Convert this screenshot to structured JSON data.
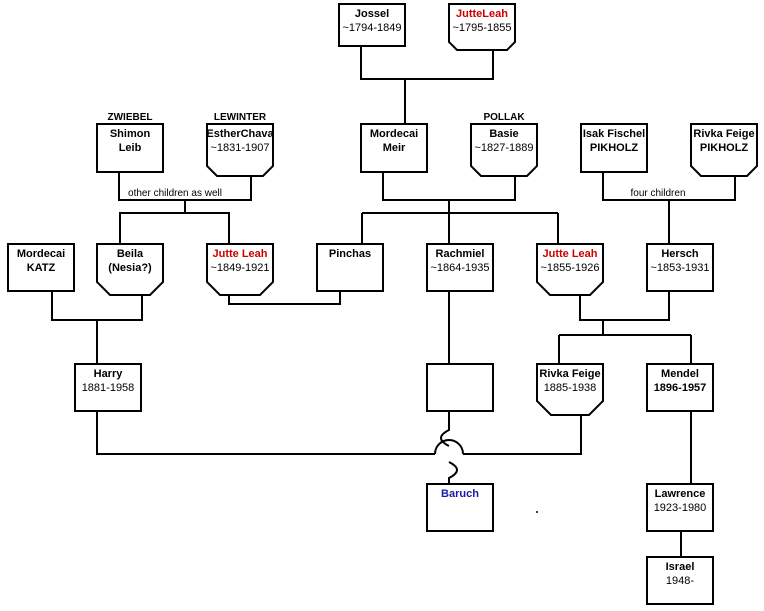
{
  "colors": {
    "line": "#000000",
    "female": "#cc0000",
    "focus": "#1a1aa6",
    "text": "#000000"
  },
  "people": {
    "jossel": {
      "name": "Jossel",
      "dates": "~1794-1849"
    },
    "juttel_leah": {
      "name": "JutteLeah",
      "dates": "~1795-1855"
    },
    "shimon": {
      "name": "Shimon",
      "name2": "Leib"
    },
    "estherchava": {
      "name": "EstherChava",
      "dates": "~1831-1907"
    },
    "mordecai_meir": {
      "name": "Mordecai",
      "name2": "Meir"
    },
    "basie": {
      "name": "Basie",
      "dates": "~1827-1889"
    },
    "isak": {
      "name": "Isak Fischel",
      "name2": "PIKHOLZ"
    },
    "rivka_senior": {
      "name": "Rivka Feige",
      "name2": "PIKHOLZ"
    },
    "mordecai_katz": {
      "name": "Mordecai",
      "name2": "KATZ"
    },
    "beila": {
      "name": "Beila",
      "name2": "(Nesia?)"
    },
    "jutte1": {
      "name": "Jutte Leah",
      "dates": "~1849-1921"
    },
    "pinchas": {
      "name": "Pinchas"
    },
    "rachmiel": {
      "name": "Rachmiel",
      "dates": "~1864-1935"
    },
    "jutte2": {
      "name": "Jutte Leah",
      "dates": "~1855-1926"
    },
    "hersch": {
      "name": "Hersch",
      "dates": "~1853-1931"
    },
    "harry": {
      "name": "Harry",
      "dates": "1881-1958"
    },
    "unknown": {
      "name": ""
    },
    "rivka_junior": {
      "name": "Rivka Feige",
      "dates": "1885-1938"
    },
    "mendel": {
      "name": "Mendel",
      "name2": "1896-1957"
    },
    "baruch": {
      "name": "Baruch"
    },
    "lawrence": {
      "name": "Lawrence",
      "dates": "1923-1980"
    },
    "israel": {
      "name": "Israel",
      "dates": "1948-"
    }
  },
  "surname_labels": {
    "zwiebel": "ZWIEBEL",
    "lewinter": "LEWINTER",
    "pollak": "POLLAK"
  },
  "notes": {
    "other_children": "other children as well",
    "four_children": "four children"
  }
}
